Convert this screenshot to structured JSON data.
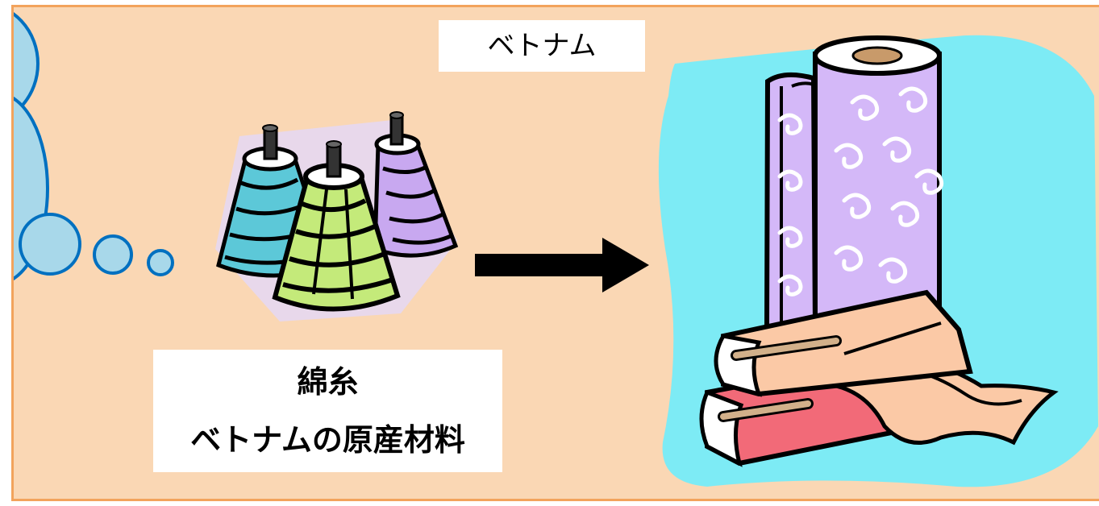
{
  "country_label": "ベトナム",
  "material": {
    "name": "綿糸",
    "description": "ベトナムの原産材料"
  },
  "colors": {
    "background": "#FAD7B4",
    "border": "#F2A35C",
    "bubble_fill": "#A8D8EA",
    "bubble_stroke": "#0070C0",
    "fabric_backdrop": "#7DEBF5",
    "thread_blue": "#5CC8D8",
    "thread_green": "#C4EA7A",
    "thread_purple": "#C8A8F0",
    "roll_lavender": "#D4B8F8",
    "fabric_peach": "#FBC9A6",
    "fabric_red": "#F26A78"
  },
  "icons": [
    "thought-bubble-icon",
    "thread-spools-icon",
    "arrow-right-icon",
    "fabric-roll-icon"
  ]
}
